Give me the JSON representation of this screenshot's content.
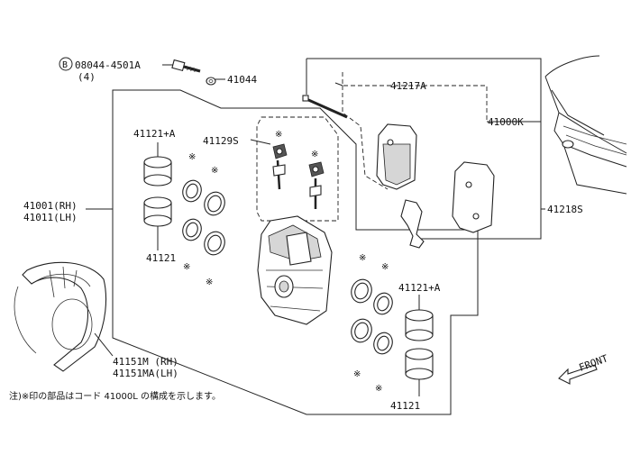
{
  "labels": {
    "bolt_code": "08044-4501A",
    "bolt_qty": "(4)",
    "bolt_marker": "B",
    "washer": "41044",
    "pin": "41217A",
    "pad_kit": "41000K",
    "piston_a_top": "41121+A",
    "piston_top": "41121",
    "boot_kit": "41129S",
    "caliper_rh": "41001(RH)",
    "caliper_lh": "41011(LH)",
    "shim_kit": "41218S",
    "piston_a_right": "41121+A",
    "piston_right": "41121",
    "plate_rh": "41151M (RH)",
    "plate_lh": "41151MA(LH)",
    "front": "FRONT"
  },
  "note": "注)※印の部品はコード 41000L の構成を示します。",
  "star_symbol": "※"
}
